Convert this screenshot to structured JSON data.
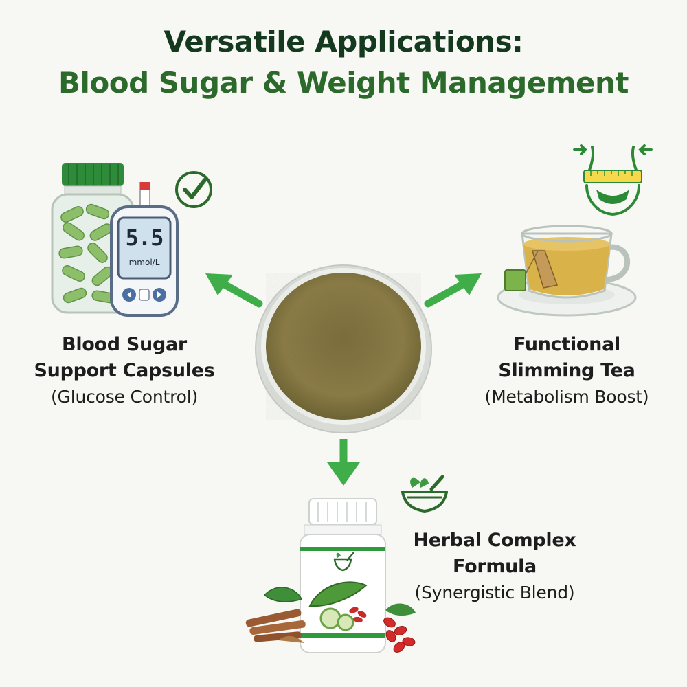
{
  "header": {
    "title_line1": "Versatile Applications:",
    "title_line2": "Blood Sugar & Weight Management"
  },
  "applications": [
    {
      "name_line1": "Blood Sugar",
      "name_line2": "Support Capsules",
      "detail": "(Glucose Control)",
      "icon": "check-circle-icon"
    },
    {
      "name_line1": "Functional",
      "name_line2": "Slimming Tea",
      "detail": "(Metabolism Boost)",
      "icon": "waist-measure-icon"
    },
    {
      "name_line1": "Herbal Complex",
      "name_line2": "Formula",
      "detail": "(Synergistic Blend)",
      "icon": "mortar-pestle-icon"
    }
  ],
  "meter": {
    "reading": "5.5",
    "unit": "mmol/L"
  },
  "colors": {
    "brand_green": "#2c6a2c",
    "arrow_green": "#3fae49",
    "powder": "#8a7a46",
    "title_dark": "#14391f"
  }
}
